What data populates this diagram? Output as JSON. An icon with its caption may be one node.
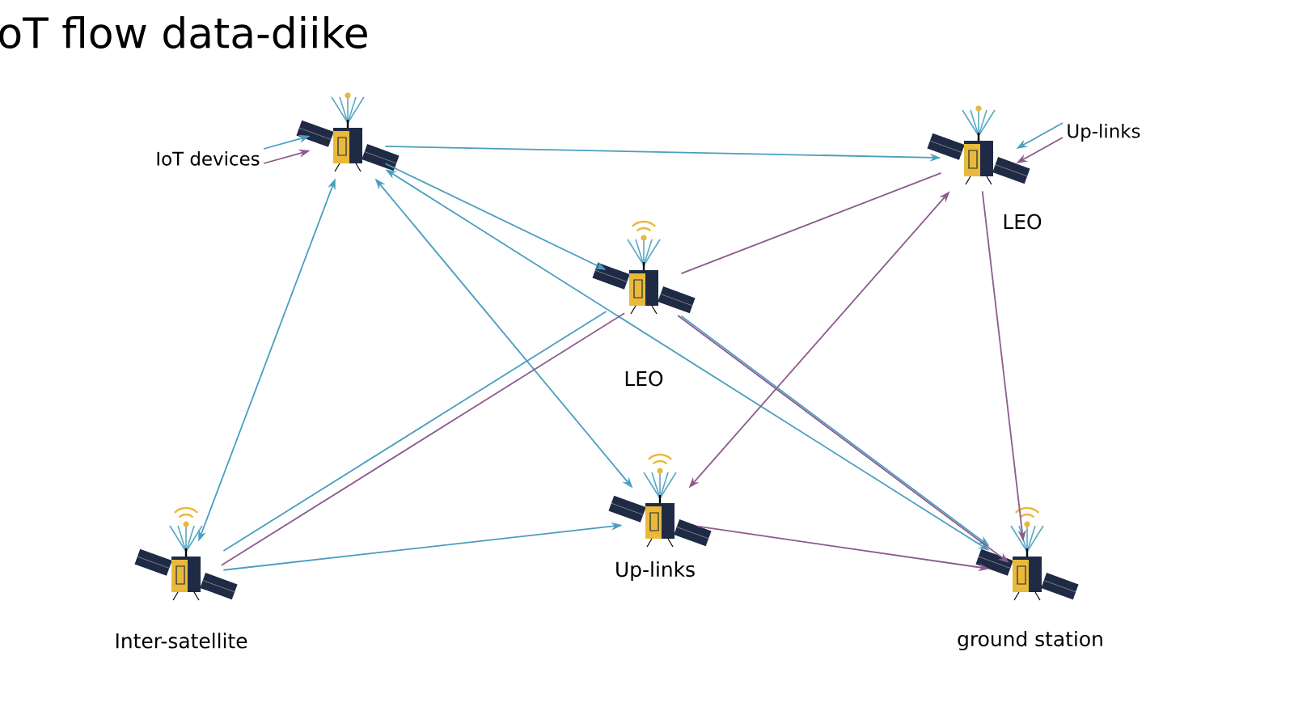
{
  "diagram": {
    "title": "oT flow data-diike",
    "nodes": [
      {
        "text": [
          "IoT devices"
        ]
      },
      {
        "text": [],
        "shape": "picture"
      },
      {
        "text": [],
        "shape": "picture",
        "beside": [
          "LEO"
        ]
      },
      {
        "text": [],
        "shape": "picture",
        "beside": [
          "LEO"
        ]
      },
      {
        "text": [
          "Up-links"
        ]
      },
      {
        "text": [],
        "shape": "picture",
        "beside": [
          "Inter-satellite"
        ]
      },
      {
        "text": [],
        "shape": "picture",
        "beside": [
          "Up-links"
        ]
      },
      {
        "text": [],
        "shape": "picture",
        "beside": [
          "ground station"
        ]
      }
    ],
    "edges": [
      {
        "from": 0,
        "to": 1,
        "arrow": "to"
      },
      {
        "from": 0,
        "to": 1,
        "arrow": "to",
        "color": "#8c5a8e"
      },
      {
        "from": 4,
        "to": 3,
        "arrow": "to"
      },
      {
        "from": 4,
        "to": 3,
        "arrow": "to",
        "color": "#8c5a8e"
      },
      {
        "from": 1,
        "to": 3,
        "arrow": "to"
      },
      {
        "from": 1,
        "to": 2,
        "arrow": "to"
      },
      {
        "from": 1,
        "to": 6,
        "arrow": "both"
      },
      {
        "from": 1,
        "to": 5,
        "arrow": "both"
      },
      {
        "from": 1,
        "to": 7,
        "arrow": "both"
      },
      {
        "from": 5,
        "to": 2,
        "arrow": "none"
      },
      {
        "from": 5,
        "to": 2,
        "arrow": "none",
        "color": "#8c5a8e"
      },
      {
        "from": 5,
        "to": 6,
        "arrow": "to"
      },
      {
        "from": 2,
        "to": 3,
        "arrow": "none",
        "color": "#8c5a8e"
      },
      {
        "from": 6,
        "to": 3,
        "arrow": "both",
        "color": "#8c5a8e"
      },
      {
        "from": 3,
        "to": 7,
        "arrow": "to",
        "color": "#8c5a8e"
      },
      {
        "from": 2,
        "to": 7,
        "arrow": "to"
      },
      {
        "from": 2,
        "to": 7,
        "arrow": "to",
        "color": "#8c5a8e"
      },
      {
        "from": 6,
        "to": 7,
        "arrow": "to",
        "color": "#8c5a8e"
      }
    ]
  }
}
